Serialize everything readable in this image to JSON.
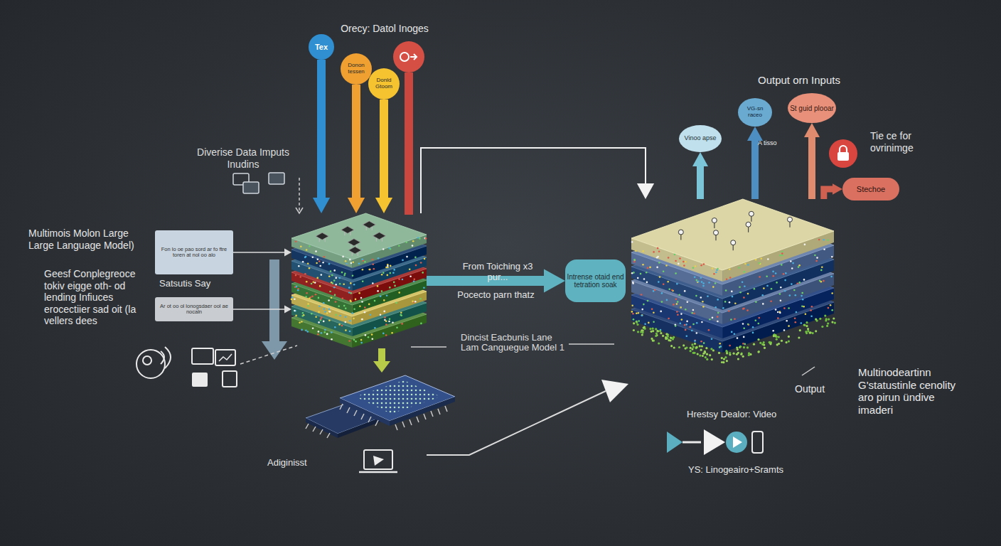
{
  "diagram": {
    "title": "Orecy: Datol Inoges",
    "nodes": [
      {
        "text": [
          "Tex"
        ]
      },
      {
        "text": [
          "Donon tessen"
        ]
      },
      {
        "text": [
          "Donld Gtoom"
        ]
      },
      {
        "text": [
          "Fon lo oe pao sord ar fo ftre toren at nol oo alo"
        ]
      },
      {
        "text": [
          "Ar ot oo ol lonogsdaer ool ae nocaln"
        ]
      },
      {
        "text": [
          "Dincist Eacbunis Lane Lam Canguegue Model 1"
        ]
      },
      {
        "text": [
          "Intrense otaid end tetration soak"
        ]
      },
      {
        "text": [
          "Output"
        ]
      },
      {
        "text": [
          "Vinoo apse"
        ]
      },
      {
        "text": [
          "VG-sn raceo"
        ]
      },
      {
        "text": [
          "St guid plooar"
        ]
      },
      {
        "text": [
          "Stechoe"
        ]
      }
    ],
    "edges": [
      {
        "from": 0,
        "to": 5,
        "arrow": "to"
      },
      {
        "from": 1,
        "to": 5,
        "arrow": "to"
      },
      {
        "from": 2,
        "to": 5,
        "arrow": "to"
      },
      {
        "from": 3,
        "to": 5,
        "arrow": "to"
      },
      {
        "from": 4,
        "to": 5,
        "arrow": "to"
      },
      {
        "from": 5,
        "to": 6,
        "label": "Pocecto parn thatz",
        "arrow": "to"
      },
      {
        "from": 5,
        "to": 7,
        "arrow": "to"
      },
      {
        "from": 7,
        "to": 8,
        "arrow": "to"
      },
      {
        "from": 7,
        "to": 9,
        "arrow": "to"
      },
      {
        "from": 7,
        "to": 10,
        "arrow": "to"
      },
      {
        "from": 7,
        "to": 11,
        "arrow": "to"
      }
    ],
    "labels": [
      "Diverise Data Imputs Inudins",
      "Multimois Molon Large Large Language Model)",
      "Geesf Conplegreoce tokiv eigge oth- od lending Infiuces erocectiier sad oit (la vellers dees",
      "Satsutis Say",
      "From Toiching x3 pur...",
      "Adiginisst",
      "Output orn Inputs",
      "A tisso",
      "Tie ce for ovrinimge",
      "Multinodeartinn G'statustinle cenolity aro pirun ündive imaderi",
      "Hrestsy Dealor: Video",
      "YS: Linogeairo+Sramts"
    ]
  }
}
